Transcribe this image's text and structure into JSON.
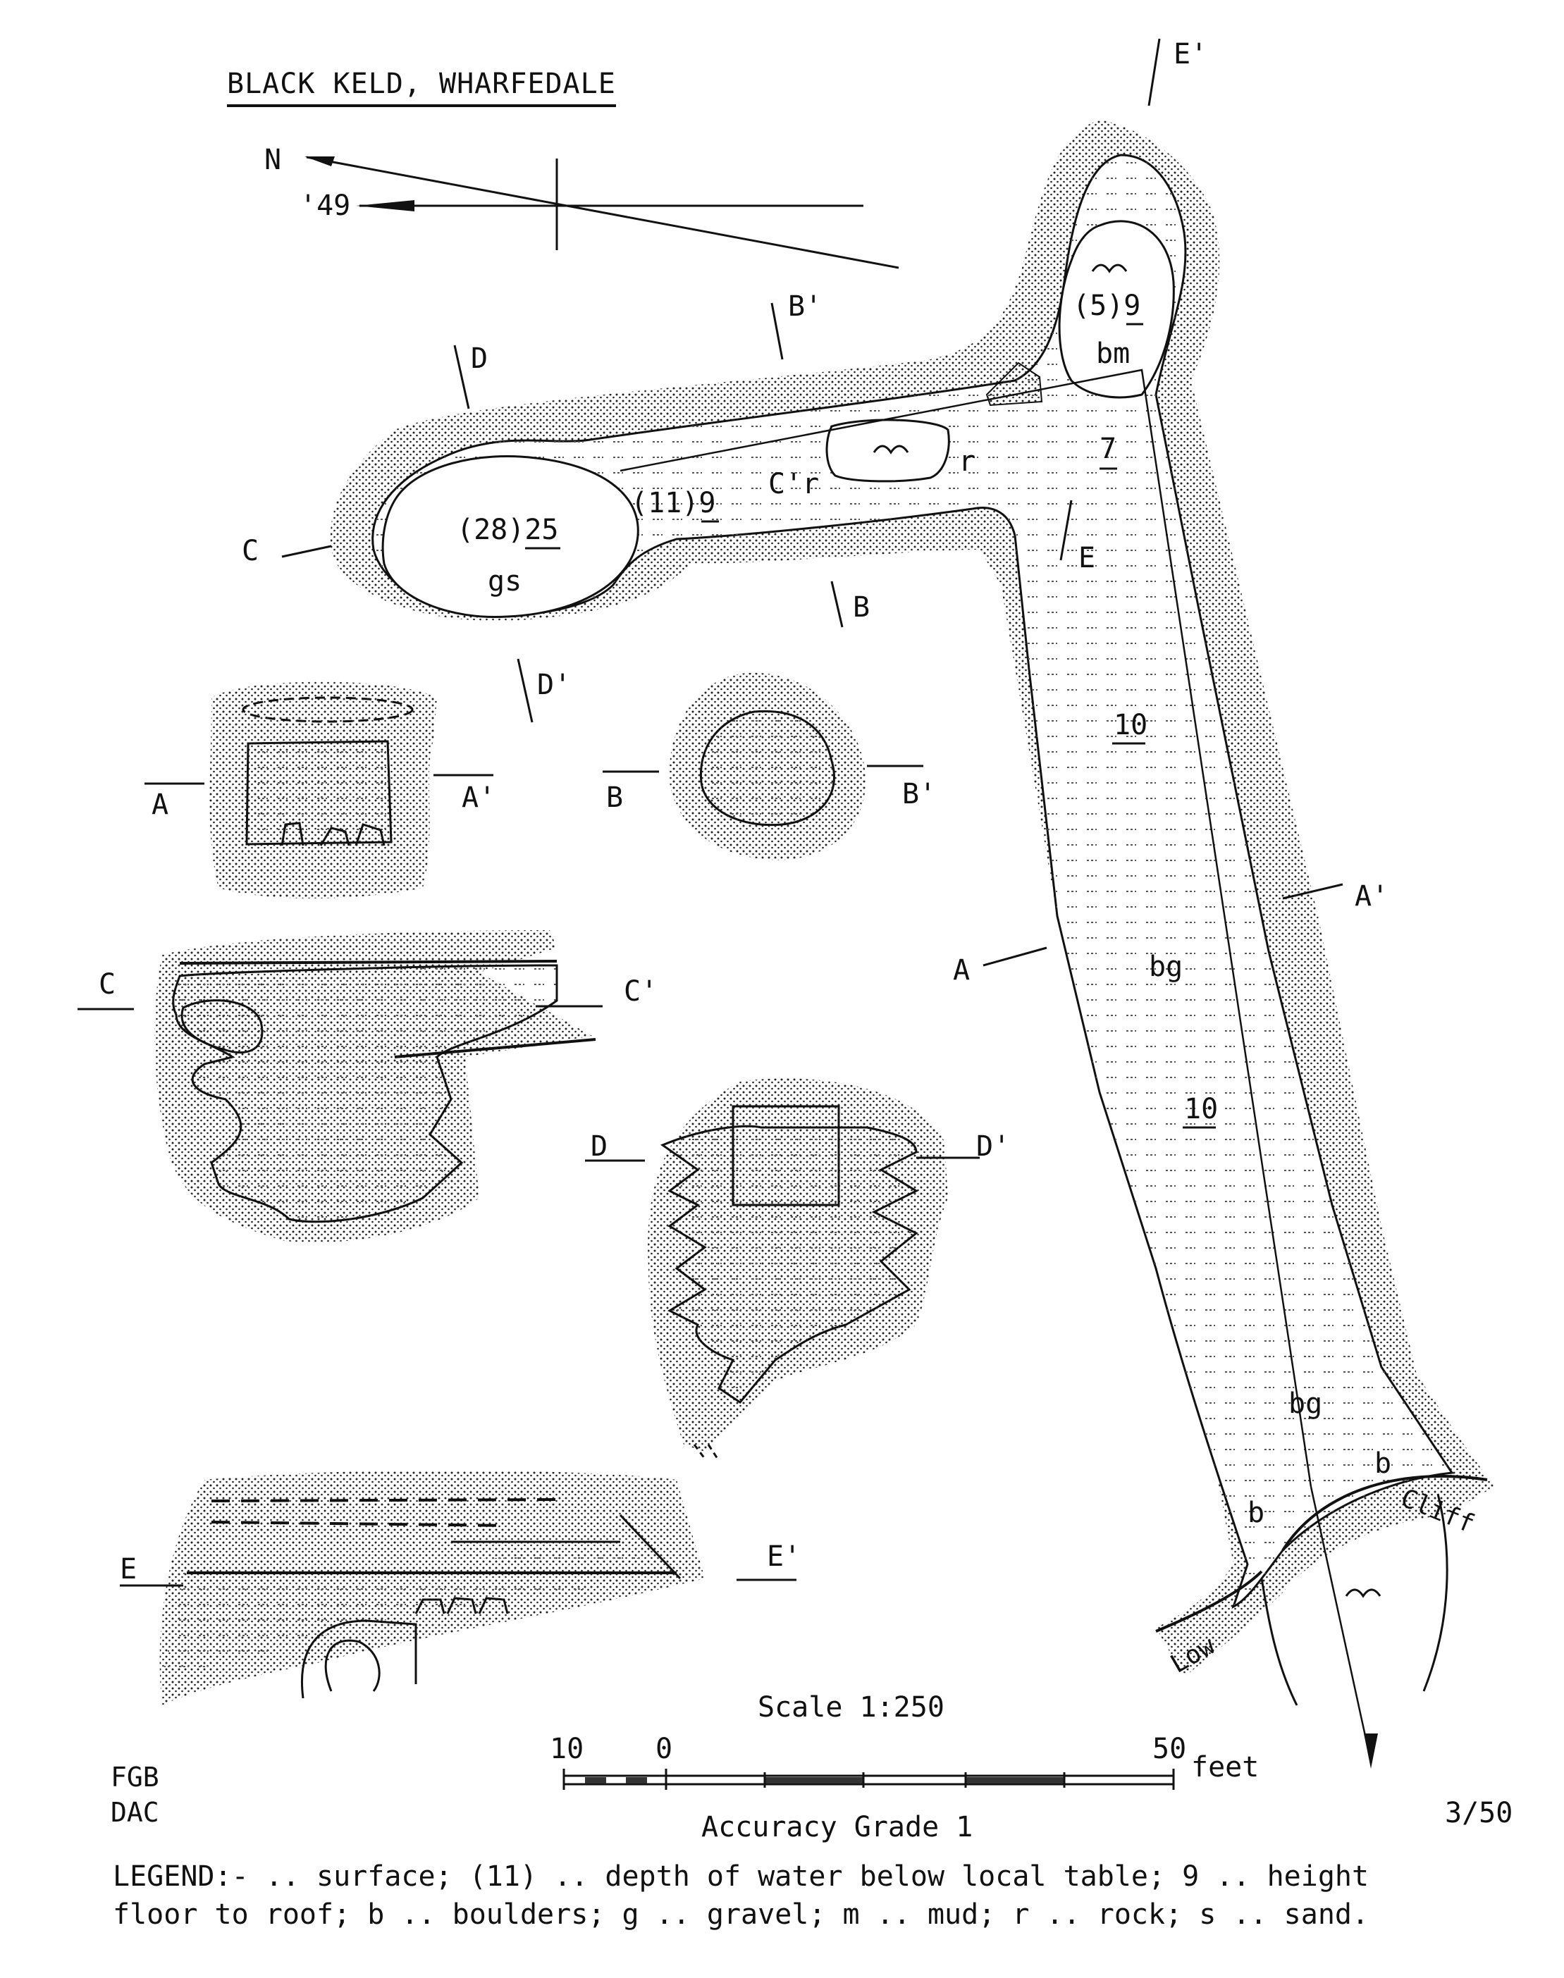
{
  "title": "BLACK KELD, WHARFEDALE",
  "north": {
    "true_label": "N",
    "magnetic_label": "'49"
  },
  "plan_labels": {
    "dim_upper": "(5)9",
    "sub_upper": "bm",
    "dim_pool": "(28)25",
    "sub_pool": "gs",
    "dim_neck": "(11)9",
    "cr_label": "C'r",
    "r_label": "r",
    "h_7": "7",
    "h_10a": "10",
    "h_10b": "10",
    "bg_a": "bg",
    "bg_b": "bg",
    "b_a": "b",
    "b_b": "b",
    "cliff": "Cliff",
    "low": "Low"
  },
  "section_marks": {
    "A": "A",
    "A_prime": "A'",
    "B": "B",
    "B_prime": "B'",
    "C": "C",
    "C_prime": "C'",
    "D": "D",
    "D_prime": "D'",
    "E": "E",
    "E_prime": "E'"
  },
  "scale": {
    "label": "Scale  1:250",
    "ticks": [
      "10",
      "0",
      "50"
    ],
    "unit": "feet"
  },
  "accuracy": "Accuracy Grade 1",
  "sheet": "3/50",
  "initials": [
    "FGB",
    "DAC"
  ],
  "legend": {
    "line1": "LEGEND:-   .. surface;  (11) .. depth of water below local table;  9 .. height",
    "line2": "floor to roof;  b .. boulders;  g .. gravel;  m .. mud;  r .. rock;  s .. sand."
  }
}
